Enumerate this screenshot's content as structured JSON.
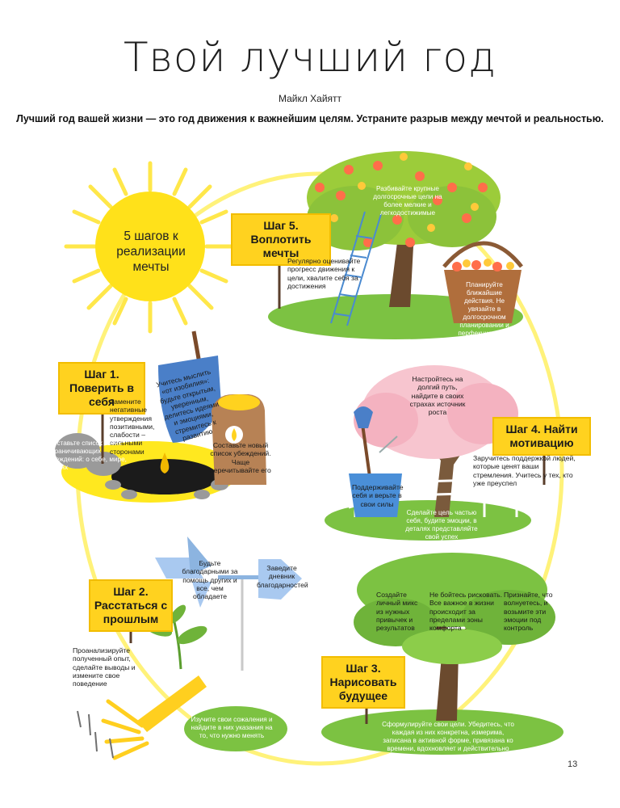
{
  "title": "Твой лучший год",
  "author": "Майкл Хайятт",
  "tagline": "Лучший год вашей жизни — это год движения к важнейшим целям. Устраните разрыв между мечтой и реальностью.",
  "sun_text": "5 шагов к реализации мечты",
  "page_number": "13",
  "colors": {
    "sign_yellow": "#ffd21f",
    "sun": "#ffe11a",
    "grass": "#7cc242",
    "path": "#fff27a"
  },
  "steps": [
    {
      "sign": "Шаг 1. Поверить в себя",
      "notes": [
        "Замените негативные утверждения позитивными, слабости – сильными сторонами",
        "Составьте список своих ограничивающих убеждений: о себе, мире, людях",
        "Учитесь мыслить «от изобилия»: будьте открытым, уверенным, делитесь идеями и эмоциями, стремитесь к развитию",
        "Составьте новый список убеждений. Чаще перечитывайте его"
      ]
    },
    {
      "sign": "Шаг 2. Расстаться с прошлым",
      "notes": [
        "Будьте благодарными за помощь других и все, чем обладаете",
        "Заведите дневник благодарностей",
        "Проанализируйте полученный опыт, сделайте выводы и измените свое поведение",
        "Изучите свои сожаления и найдите в них указания на то, что нужно менять"
      ]
    },
    {
      "sign": "Шаг 3. Нарисовать будущее",
      "notes": [
        "Создайте личный микс из нужных привычек и результатов",
        "Не бойтесь рисковать. Все важное в жизни происходит за пределами зоны комфорта",
        "Признайте, что волнуетесь, и возьмите эти эмоции под контроль",
        "Сформулируйте свои цели. Убедитесь, что каждая из них конкретна, измерима, записана в активной форме, привязана ко времени, вдохновляет и действительно важна"
      ]
    },
    {
      "sign": "Шаг 4. Найти мотивацию",
      "notes": [
        "Настройтесь на долгий путь, найдите в своих страхах источник роста",
        "Заручитесь поддержкой людей, которые ценят ваши стремления. Учитесь у тех, кто уже преуспел",
        "Поддерживайте себя и верьте в свои силы",
        "Сделайте цель частью себя, будите эмоции, в деталях представляйте свой успех"
      ]
    },
    {
      "sign": "Шаг 5. Воплотить мечты",
      "notes": [
        "Разбивайте крупные долгосрочные цели на более мелкие и легкодостижимые",
        "Регулярно оценивайте прогресс движения к цели, хвалите себя за достижения",
        "Планируйте ближайшие действия. Не увязайте в долгосрочном планировании и перфекционизме"
      ]
    }
  ]
}
